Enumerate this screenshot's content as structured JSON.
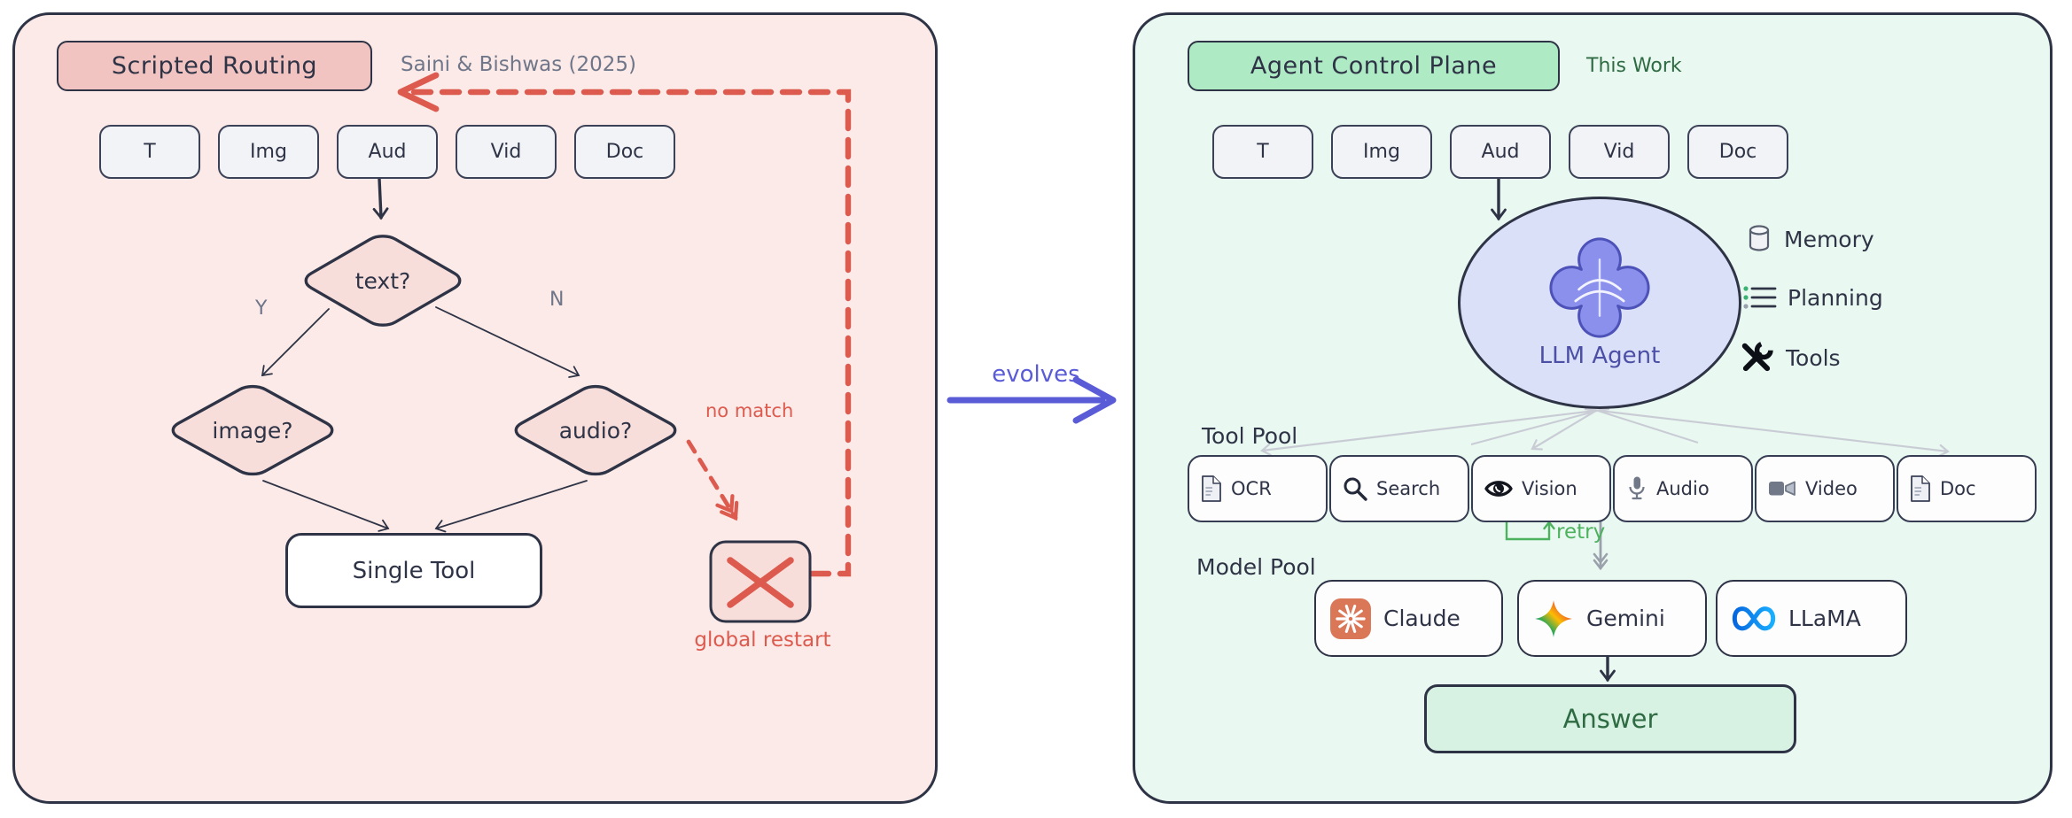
{
  "left_panel": {
    "title": "Scripted Routing",
    "credit": "Saini & Bishwas (2025)",
    "inputs": [
      "T",
      "Img",
      "Aud",
      "Vid",
      "Doc"
    ],
    "decision_text": "text?",
    "decision_image": "image?",
    "decision_audio": "audio?",
    "branch_yes": "Y",
    "branch_no": "N",
    "single_tool": "Single Tool",
    "no_match": "no match",
    "global_restart": "global restart"
  },
  "transition": {
    "label": "evolves"
  },
  "right_panel": {
    "title": "Agent Control Plane",
    "credit": "This Work",
    "inputs": [
      "T",
      "Img",
      "Aud",
      "Vid",
      "Doc"
    ],
    "agent": "LLM Agent",
    "capabilities": [
      {
        "icon": "memory-icon",
        "label": "Memory"
      },
      {
        "icon": "planning-icon",
        "label": "Planning"
      },
      {
        "icon": "tools-icon",
        "label": "Tools"
      }
    ],
    "tool_pool": "Tool Pool",
    "tools": [
      {
        "icon": "ocr-document-icon",
        "label": "OCR"
      },
      {
        "icon": "search-icon",
        "label": "Search"
      },
      {
        "icon": "vision-eye-icon",
        "label": "Vision"
      },
      {
        "icon": "audio-mic-icon",
        "label": "Audio"
      },
      {
        "icon": "video-camera-icon",
        "label": "Video"
      },
      {
        "icon": "doc-document-icon",
        "label": "Doc"
      }
    ],
    "retry": "retry",
    "model_pool": "Model Pool",
    "models": [
      {
        "icon": "claude-logo-icon",
        "label": "Claude"
      },
      {
        "icon": "gemini-logo-icon",
        "label": "Gemini"
      },
      {
        "icon": "meta-llama-logo-icon",
        "label": "LLaMA"
      }
    ],
    "answer": "Answer"
  },
  "colors": {
    "left_panel_bg": "#fbeae7",
    "right_panel_bg": "#e9f8f0",
    "outline_dark": "#2e3346",
    "badge_pink": "#f2c4c1",
    "badge_green": "#aeeac4",
    "diamond_pink": "#f7dedb",
    "error_red": "#dd5a4e",
    "evolve_purple": "#5a5bd7",
    "retry_green": "#4db25e",
    "agent_ellipse_bg": "#dbe0f9",
    "agent_purple": "#4b4fa6",
    "answer_bg": "#d7f2e3",
    "answer_green": "#2e6b42",
    "muted_gray": "#6f7689",
    "claude_orange": "#d97757",
    "meta_blue": "#0668e1"
  }
}
